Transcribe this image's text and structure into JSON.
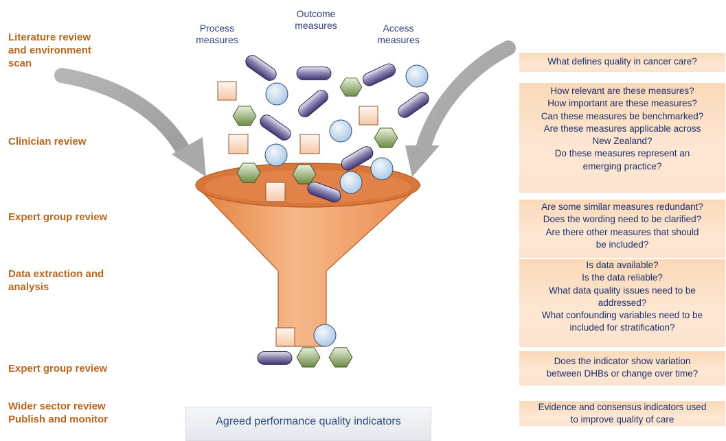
{
  "steps": [
    "Literature review\nand environment\nscan",
    "Clinician review",
    "Expert group review",
    "Data extraction and\nanalysis",
    "Expert group review",
    "Wider sector review",
    "Publish and monitor"
  ],
  "measures": {
    "process": "Process\nmeasures",
    "outcome": "Outcome\nmeasures",
    "access": "Access\nmeasures"
  },
  "questions": [
    "What defines quality in cancer care?",
    "How relevant are these measures?\nHow important are these measures?\nCan these measures be benchmarked?\nAre these measures applicable across\nNew Zealand?\nDo these measures represent an\nemerging practice?",
    "Are some similar measures redundant?\nDoes the wording need to be clarified?\nAre there other measures that should\nbe included?",
    "Is data available?\nIs the data reliable?\nWhat data quality issues need to be\naddressed?\nWhat confounding variables need to be\nincluded for stratification?",
    "Does the indicator show variation\nbetween DHBs or change over time?",
    "Evidence and consensus indicators used\nto improve quality of care"
  ],
  "output_label": "Agreed performance quality indicators",
  "colors": {
    "step_text": "#b8651e",
    "measure_text": "#2f3d7a",
    "funnel": "#f0a06a",
    "arrow": "#a6a6a6",
    "question_bg": "#fbdcbc"
  }
}
